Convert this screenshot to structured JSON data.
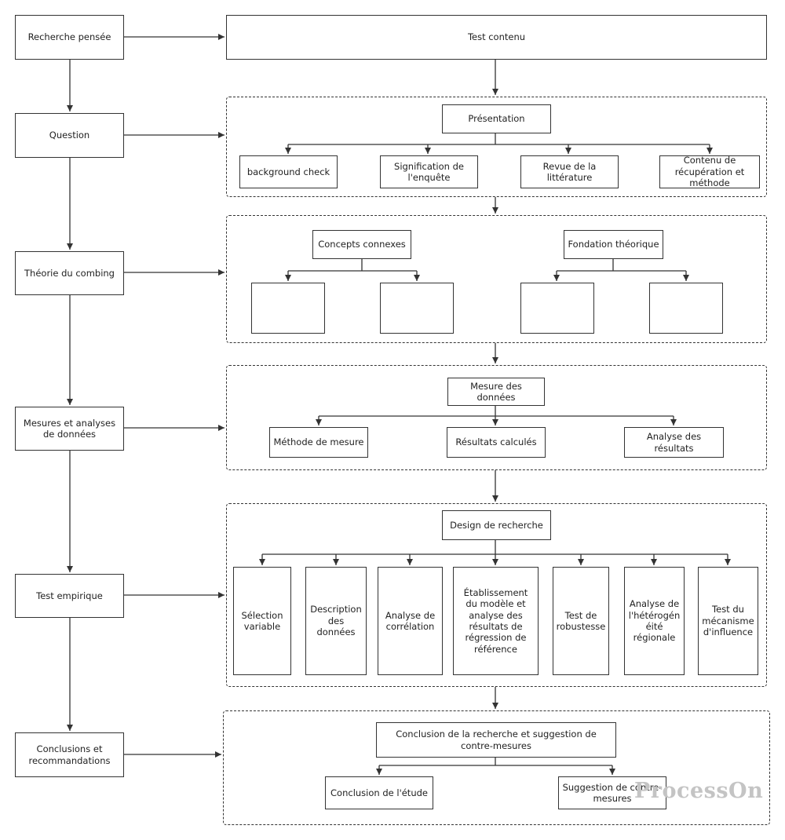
{
  "flow": {
    "steps": [
      {
        "label": "Recherche pensée"
      },
      {
        "label": "Question"
      },
      {
        "label": "Théorie du combing"
      },
      {
        "label": "Mesures et analyses de données"
      },
      {
        "label": "Test empirique"
      },
      {
        "label": "Conclusions et recommandations"
      }
    ]
  },
  "content": {
    "test": "Test contenu",
    "intro": {
      "head": "Présentation",
      "items": [
        {
          "label": "background check"
        },
        {
          "label": "Signification de l'enquête"
        },
        {
          "label": "Revue de la littérature"
        },
        {
          "label": "Contenu de récupération et méthode"
        }
      ]
    },
    "theory": {
      "left_head": "Concepts connexes",
      "right_head": "Fondation théorique"
    },
    "data": {
      "head": "Mesure des données",
      "items": [
        {
          "label": "Méthode de mesure"
        },
        {
          "label": "Résultats calculés"
        },
        {
          "label": "Analyse des résultats"
        }
      ]
    },
    "design": {
      "head": "Design de recherche",
      "items": [
        {
          "label": "Sélection variable"
        },
        {
          "label": "Description des données"
        },
        {
          "label": "Analyse de corrélation"
        },
        {
          "label": "Établissement du modèle et analyse des résultats de régression de référence"
        },
        {
          "label": "Test de robustesse"
        },
        {
          "label": "Analyse de l'hétérogén éité régionale"
        },
        {
          "label": "Test du mécanisme d'influence"
        }
      ]
    },
    "conclusion": {
      "head": "Conclusion de la recherche et suggestion de contre-mesures",
      "items": [
        {
          "label": "Conclusion de l'étude"
        },
        {
          "label": "Suggestion de contre-mesures"
        }
      ]
    }
  },
  "watermark": "ProcessOn"
}
